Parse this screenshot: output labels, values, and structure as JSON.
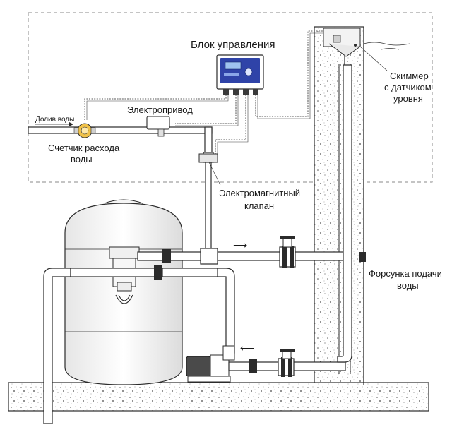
{
  "labels": {
    "control_unit": "Блок управления",
    "skimmer": [
      "Скиммер",
      "с датчиком",
      "уровня"
    ],
    "top_up": "Долив воды",
    "electric_actuator": "Электропривод",
    "flow_meter": [
      "Счетчик расхода",
      "воды"
    ],
    "solenoid_valve": [
      "Электромагнитный",
      "клапан"
    ],
    "inlet_nozzle": [
      "Форсунка подачи",
      "воды"
    ]
  },
  "flow": {
    "return_arrow": "⟶",
    "suction_arrow": "⟵"
  },
  "colors": {
    "control_panel": "#2f43a8",
    "display": "#9fc3f0",
    "flow_meter": "#f0c24a",
    "line": "#2b2b2b"
  }
}
